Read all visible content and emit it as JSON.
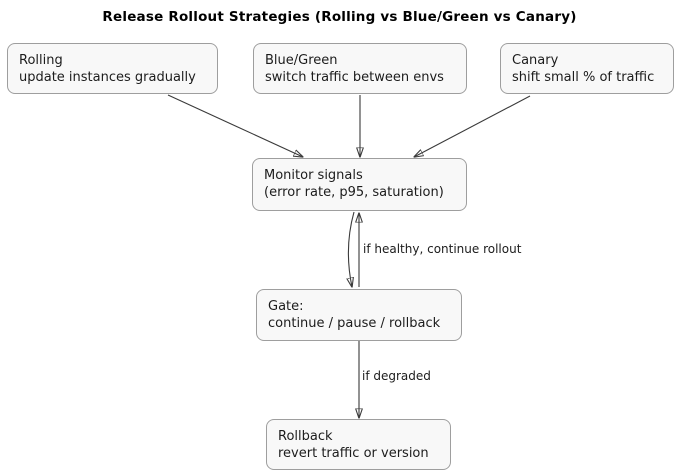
{
  "title": "Release Rollout Strategies (Rolling vs Blue/Green vs Canary)",
  "nodes": {
    "rolling": {
      "line1": "Rolling",
      "line2": "update instances gradually"
    },
    "bluegreen": {
      "line1": "Blue/Green",
      "line2": "switch traffic between envs"
    },
    "canary": {
      "line1": "Canary",
      "line2": "shift small % of traffic"
    },
    "monitor": {
      "line1": "Monitor signals",
      "line2": "(error rate, p95, saturation)"
    },
    "gate": {
      "line1": "Gate:",
      "line2": "continue / pause / rollback"
    },
    "rollback": {
      "line1": "Rollback",
      "line2": "revert traffic or version"
    }
  },
  "edge_labels": {
    "healthy": "if healthy, continue rollout",
    "degraded": "if degraded"
  },
  "colors": {
    "node_fill": "#f8f8f8",
    "node_border": "#9e9e9e",
    "edge": "#3a3a3a",
    "text": "#1c1c1c",
    "title": "#000000"
  }
}
